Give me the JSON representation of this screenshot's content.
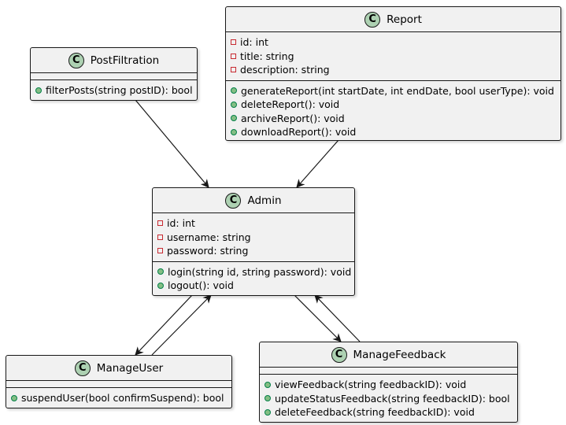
{
  "classes": {
    "report": {
      "name": "Report",
      "icon": "class-c-icon",
      "attributes": [
        "id: int",
        "title: string",
        "description: string"
      ],
      "methods": [
        "generateReport(int startDate, int endDate, bool userType): void",
        "deleteReport(): void",
        "archiveReport(): void",
        "downloadReport(): void"
      ]
    },
    "postfiltration": {
      "name": "PostFiltration",
      "icon": "class-c-icon",
      "attributes": [],
      "methods": [
        "filterPosts(string postID): bool"
      ]
    },
    "admin": {
      "name": "Admin",
      "icon": "class-c-icon",
      "attributes": [
        "id: int",
        "username: string",
        "password: string"
      ],
      "methods": [
        "login(string id, string password): void",
        "logout(): void"
      ]
    },
    "manageuser": {
      "name": "ManageUser",
      "icon": "class-c-icon",
      "attributes": [],
      "methods": [
        "suspendUser(bool confirmSuspend): bool"
      ]
    },
    "managefeedback": {
      "name": "ManageFeedback",
      "icon": "class-c-icon",
      "attributes": [],
      "methods": [
        "viewFeedback(string feedbackID): void",
        "updateStatusFeedback(string feedbackID): bool",
        "deleteFeedback(string feedbackID): void"
      ]
    }
  },
  "badge_letter": "C",
  "colors": {
    "class_fill": "#f1f1f1",
    "border": "#181818",
    "badge_fill": "#add1b2",
    "private_marker": "#c82930",
    "public_marker": "#84be84"
  }
}
